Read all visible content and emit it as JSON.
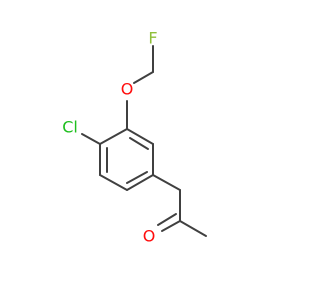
{
  "molecule": {
    "atoms": {
      "fluorine": {
        "label": "F",
        "color": "#8fbf3a"
      },
      "ether_oxygen": {
        "label": "O",
        "color": "#ff0d0d"
      },
      "chlorine": {
        "label": "Cl",
        "color": "#1fbf1f"
      },
      "ketone_oxygen": {
        "label": "O",
        "color": "#ff0d0d"
      }
    },
    "bond_color": "#404040"
  }
}
